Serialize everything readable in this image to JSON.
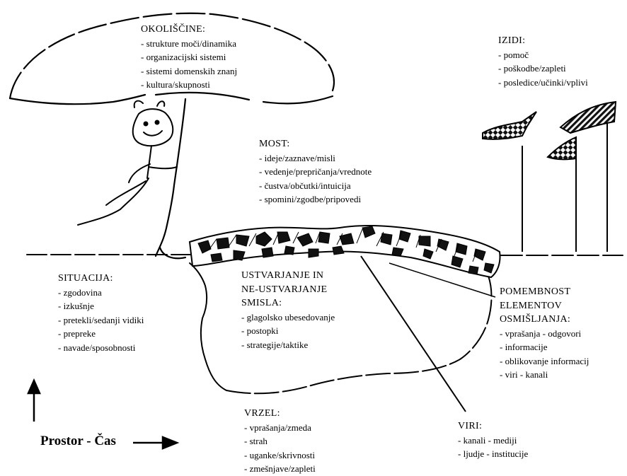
{
  "blocks": {
    "okoliscine": {
      "title": "OKOLIŠČINE:",
      "items": [
        "- strukture moči/dinamika",
        "- organizacijski sistemi",
        "- sistemi domenskih znanj",
        "- kultura/skupnosti"
      ]
    },
    "izidi": {
      "title": "IZIDI:",
      "items": [
        "- pomoč",
        "- poškodbe/zapleti",
        "- posledice/učinki/vplivi"
      ]
    },
    "most": {
      "title": "MOST:",
      "items": [
        "- ideje/zaznave/misli",
        "- vedenje/prepričanja/vrednote",
        "- čustva/občutki/intuicija",
        "- spomini/zgodbe/pripovedi"
      ]
    },
    "situacija": {
      "title": "SITUACIJA:",
      "items": [
        "- zgodovina",
        "- izkušnje",
        "- pretekli/sedanji vidiki",
        "- prepreke",
        "- navade/sposobnosti"
      ]
    },
    "ustvarjanje": {
      "title_lines": [
        "USTVARJANJE IN",
        "NE-USTVARJANJE",
        "SMISLA:"
      ],
      "items": [
        "- glagolsko ubesedovanje",
        "- postopki",
        "- strategije/taktike"
      ]
    },
    "pomembnost": {
      "title_lines": [
        "POMEMBNOST",
        "ELEMENTOV",
        "OSMIŠLJANJA:"
      ],
      "items": [
        "- vprašanja - odgovori",
        "- informacije",
        "- oblikovanje informacij",
        "- viri - kanali"
      ]
    },
    "vrzel": {
      "title": "VRZEL:",
      "items": [
        "- vprašanja/zmeda",
        "- strah",
        "- uganke/skrivnosti",
        "- zmešnjave/zapleti"
      ]
    },
    "viri": {
      "title": "VIRI:",
      "items": [
        "- kanali - mediji",
        "- ljudje - institucije"
      ]
    }
  },
  "axis_caption": "Prostor - Čas",
  "icons": [
    "umbrella-icon",
    "smiley-face-icon",
    "flag-icon",
    "up-arrow-icon",
    "right-arrow-icon"
  ]
}
